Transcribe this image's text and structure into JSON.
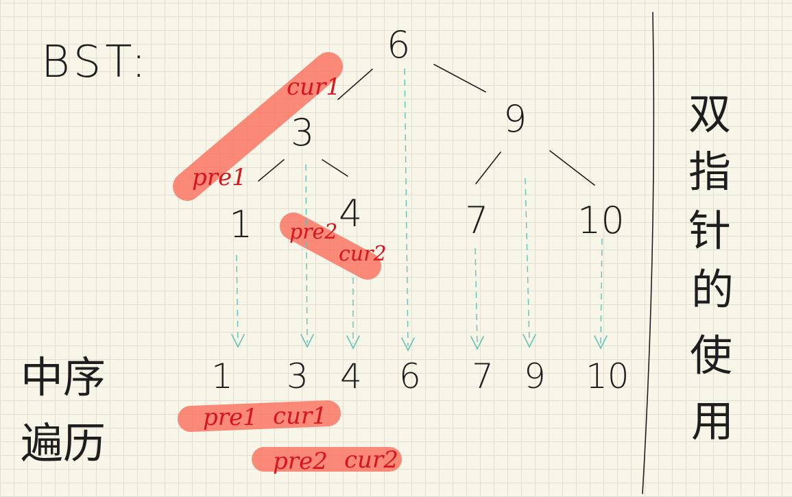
{
  "title": "BST:",
  "tree": {
    "nodes": [
      {
        "id": "n6",
        "label": "6"
      },
      {
        "id": "n3",
        "label": "3"
      },
      {
        "id": "n9",
        "label": "9"
      },
      {
        "id": "n1",
        "label": "1"
      },
      {
        "id": "n4",
        "label": "4"
      },
      {
        "id": "n7",
        "label": "7"
      },
      {
        "id": "n10",
        "label": "10"
      }
    ],
    "edges": [
      [
        "n6",
        "n3"
      ],
      [
        "n6",
        "n9"
      ],
      [
        "n3",
        "n1"
      ],
      [
        "n3",
        "n4"
      ],
      [
        "n9",
        "n7"
      ],
      [
        "n9",
        "n10"
      ]
    ]
  },
  "inorder_label": [
    "中序",
    "遍历"
  ],
  "inorder_sequence": [
    "1",
    "3",
    "4",
    "6",
    "7",
    "9",
    "10"
  ],
  "tree_highlights": [
    {
      "pre": "pre1",
      "cur": "cur1"
    },
    {
      "pre": "pre2",
      "cur": "cur2"
    }
  ],
  "sequence_highlights": [
    {
      "pre": "pre1",
      "cur": "cur1"
    },
    {
      "pre": "pre2",
      "cur": "cur2"
    }
  ],
  "side_title": [
    "双",
    "指",
    "针",
    "的",
    "使",
    "用"
  ],
  "colors": {
    "paper": "#f8f5e9",
    "grid": "#e3ded0",
    "ink": "#1e1e1e",
    "highlight": "#fa7564",
    "annotation": "#d8141e",
    "arrow": "#5fc4b4"
  }
}
